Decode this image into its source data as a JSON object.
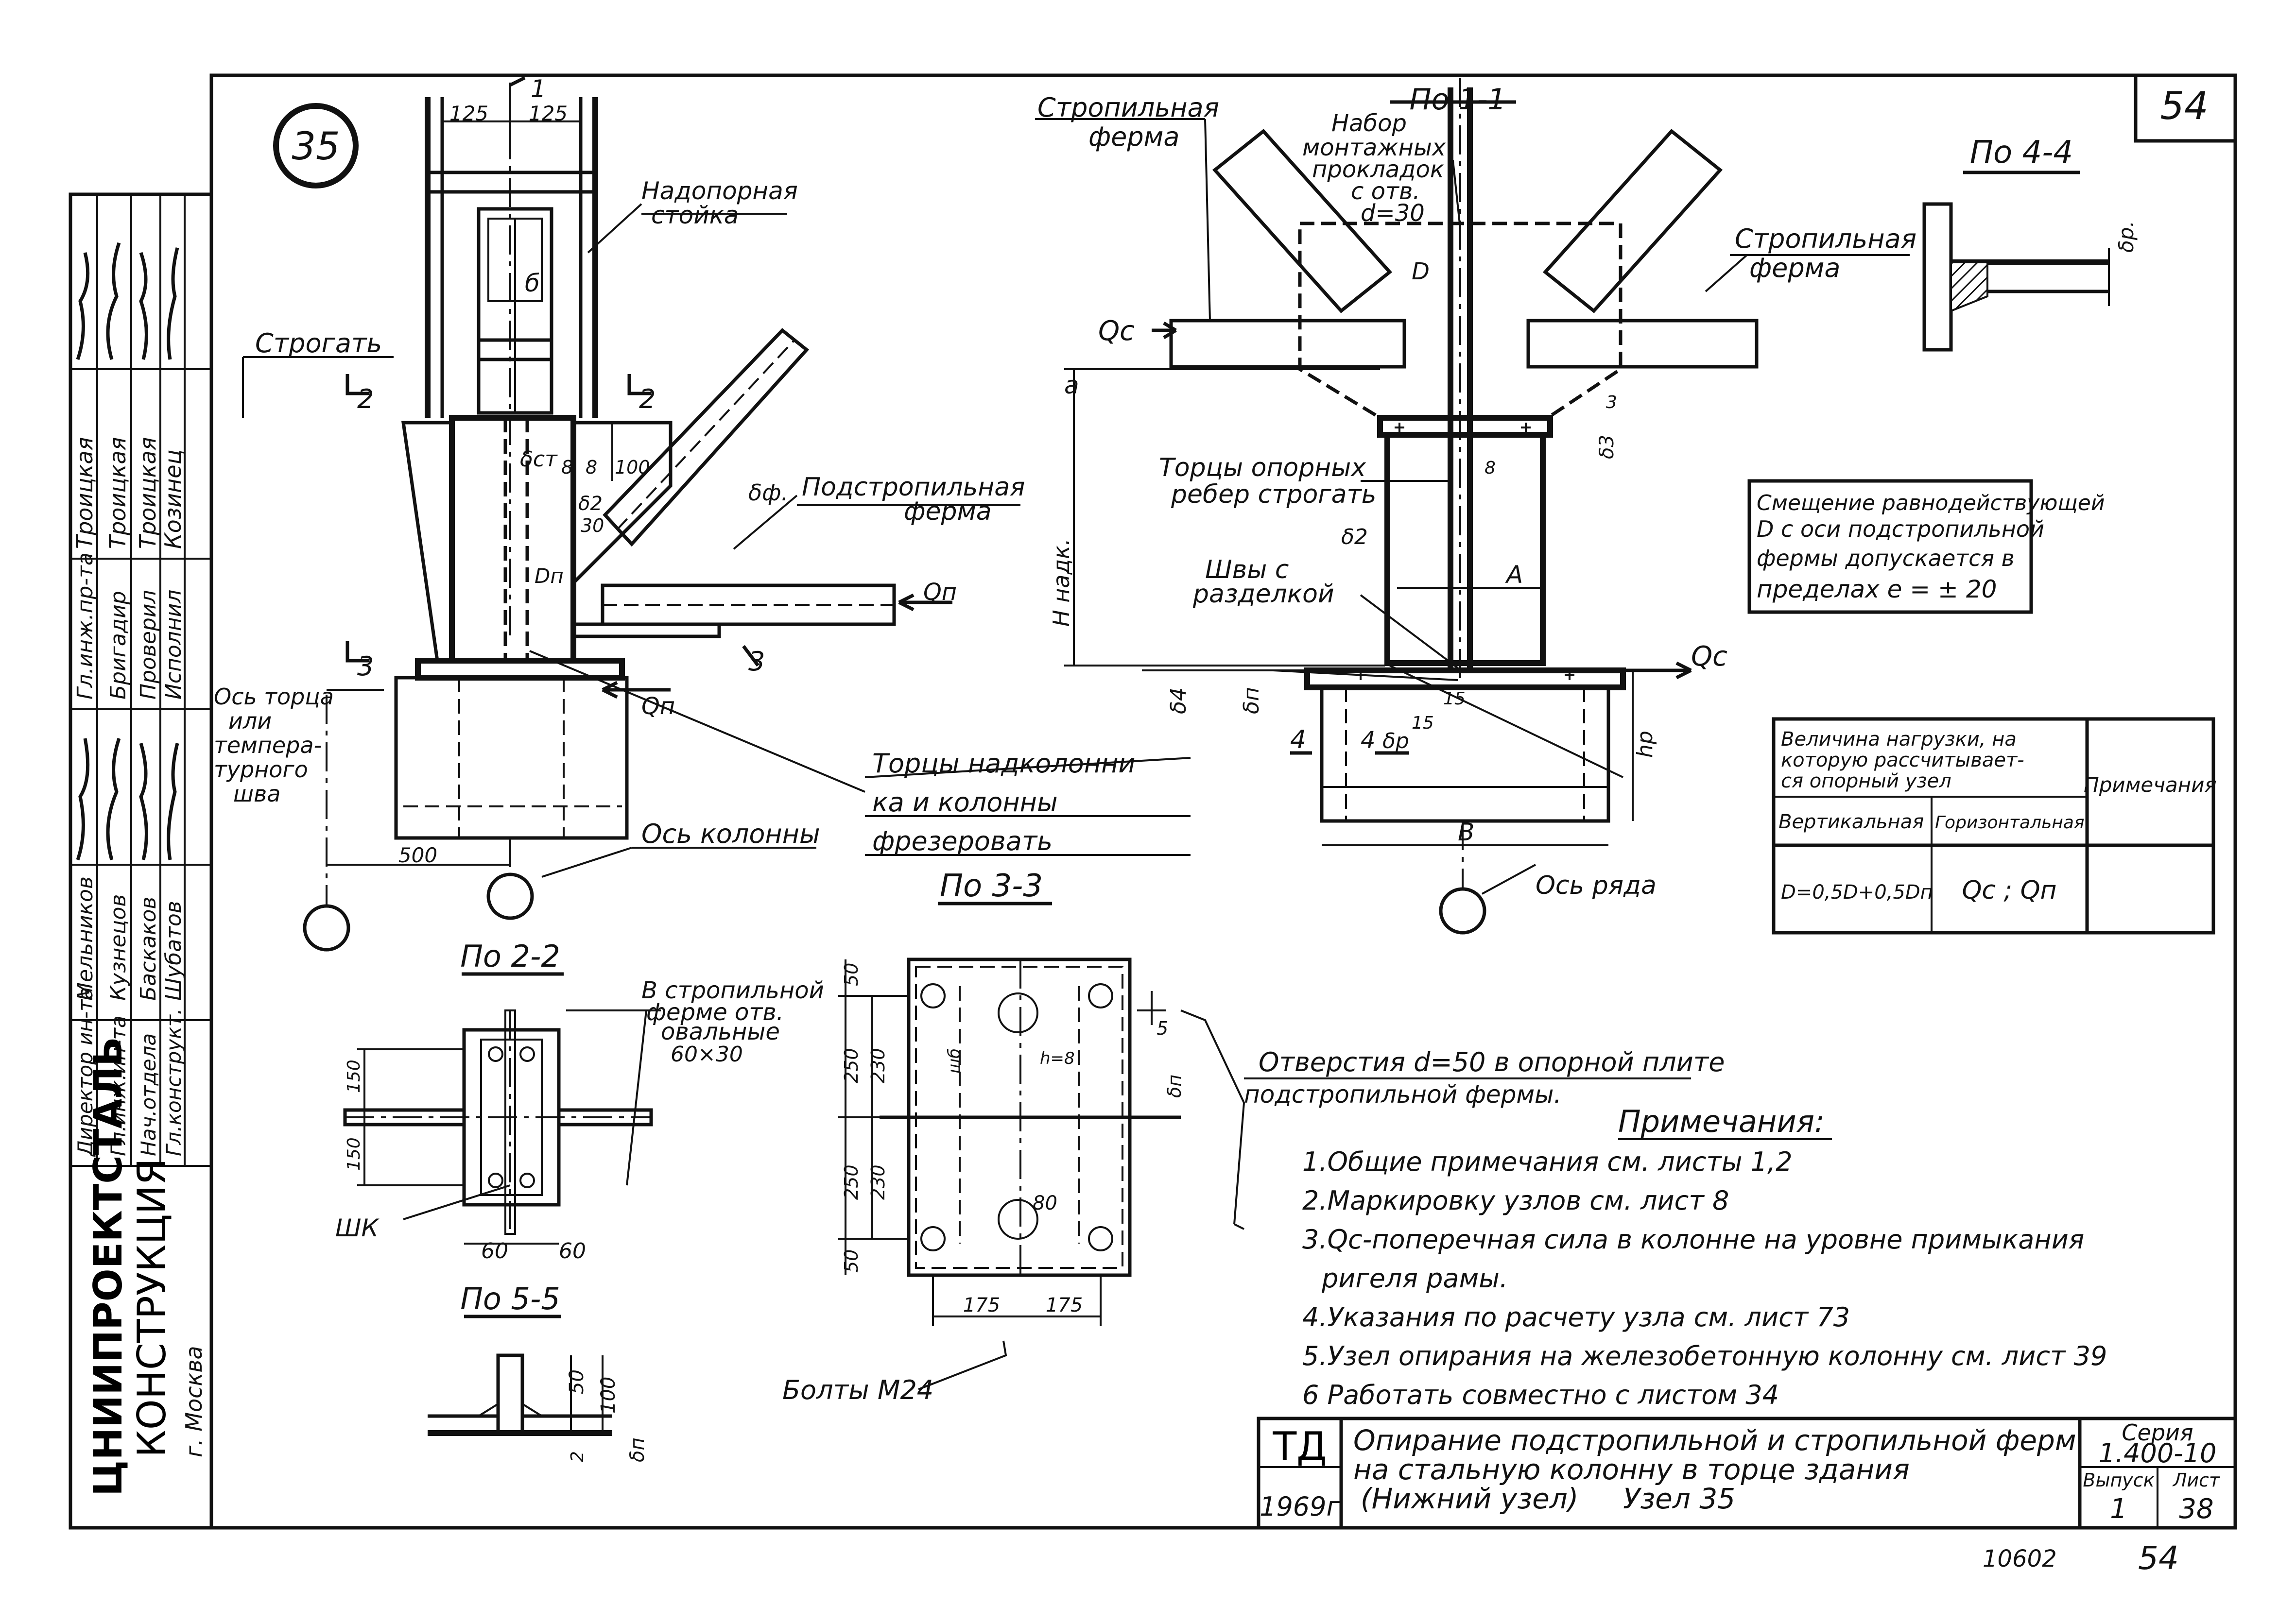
{
  "sheet": {
    "number_top": "54",
    "node_number": "35",
    "archive_number": "10602",
    "page_bottom": "54"
  },
  "title_block": {
    "org_line1": "ЦНИИПРОЕКТСТАЛЬ",
    "org_line2": "КОНСТРУКЦИЯ",
    "city": "г. Москва",
    "roles": [
      "Гл.инж.пр-та",
      "Бригадир",
      "Проверил",
      "Исполнил",
      "Директор ин-та",
      "Гл.инж.ин-та",
      "Нач.отдела",
      "Гл.конструкт."
    ],
    "names": [
      "Троицкая",
      "Троицкая",
      "Троицкая",
      "Козинец",
      "Мельников",
      "Кузнецов",
      "Баскаков",
      "Шубатов"
    ],
    "signatures": [
      "Троицк",
      "Троицк",
      "Козинец"
    ],
    "stamp_td": "ТД",
    "year": "1969г",
    "title_line1": "Опирание подстропильной и стропильной ферм",
    "title_line2": "на стальную колонну в торце здания",
    "title_line3": "(Нижний узел)",
    "node_label": "Узел 35",
    "series_label": "Серия",
    "series_value": "1.400-10",
    "issue_label": "Выпуск",
    "issue_value": "1",
    "sheet_label": "Лист",
    "sheet_value": "38"
  },
  "views": {
    "main": {
      "dim_125a": "125",
      "dim_125b": "125",
      "section_1": "1",
      "label_nadopornaya_1": "Надопорная",
      "label_nadopornaya_2": "стойка",
      "label_strogat": "Строгать",
      "section_2a": "2",
      "section_2b": "2",
      "label_podstrop_1": "Подстропильная",
      "label_podstrop_2": "ферма",
      "sym_b": "б",
      "sym_sct": "δст",
      "sym_s2": "δ2",
      "sym_sf": "δф.",
      "sym_dn": "Dп",
      "dim_8a": "8",
      "dim_8b": "8",
      "dim_100": "100",
      "dim_30": "30",
      "label_qp1": "Qп",
      "label_qp2": "Qп",
      "section_3a": "3",
      "section_3b": "3",
      "label_os_torca_1": "Ось торца",
      "label_os_torca_2": "или",
      "label_os_torca_3": "темпера-",
      "label_os_torca_4": "турного",
      "label_os_torca_5": "шва",
      "dim_500": "500",
      "label_os_kolonny": "Ось колонны",
      "label_torcy_1": "Торцы надколонни",
      "label_torcy_2": "ка и колонны",
      "label_torcy_3": "фрезеровать"
    },
    "sec11": {
      "title": "По 1-1",
      "label_strop_1": "Стропильная",
      "label_strop_2": "ферма",
      "label_nabor_1": "Набор",
      "label_nabor_2": "монтажных",
      "label_nabor_3": "прокладок",
      "label_nabor_4": "с отв.",
      "label_nabor_5": "d=30",
      "label_strop_r1": "Стропильная",
      "label_strop_r2": "ферма",
      "sym_d": "D",
      "label_qc1": "Qc",
      "label_qc2": "Qc",
      "sym_a": "a",
      "label_torcy_reber_1": "Торцы опорных",
      "label_torcy_reber_2": "ребер строгать",
      "label_h_nadk": "H надк.",
      "sym_s2": "δ2",
      "label_shvy_1": "Швы с",
      "label_shvy_2": "разделкой",
      "sym_A": "A",
      "sym_s4": "δ4",
      "sym_sp": "δп",
      "dim_15a": "15",
      "dim_15b": "15",
      "section_4a": "4",
      "section_4b": "4",
      "sym_sp2": "δр",
      "sym_hp": "hр",
      "sym_B": "В",
      "label_os_ryada": "Ось ряда",
      "dim_3": "3",
      "dim_8": "8",
      "sym_s3": "δ3"
    },
    "sec44": {
      "title": "По 4-4",
      "sym_sp": "δр."
    },
    "note_box": {
      "line1": "Смещение равнодействующей",
      "line2": "D с оси подстропильной",
      "line3": "фермы допускается в",
      "line4": "пределах e = ± 20"
    },
    "load_table": {
      "header_main": "Величина нагрузки, на которую рассчитывается опорный узел",
      "header_vertical": "Вертикальная",
      "header_horizontal": "Горизонтальная",
      "header_notes": "Примечания",
      "cell_vertical": "D=0,5D+0,5Dп",
      "cell_horizontal": "Qc ; Qп",
      "cell_notes": ""
    },
    "sec22": {
      "title": "По 2-2",
      "label_v_strop_1": "В стропильной",
      "label_v_strop_2": "ферме отв.",
      "label_v_strop_3": "овальные",
      "label_v_strop_4": "60×30",
      "dim_150a": "150",
      "dim_150b": "150",
      "dim_60a": "60",
      "dim_60b": "60",
      "label_shk": "ШК"
    },
    "sec33": {
      "title": "По 3-3",
      "dim_50a": "50",
      "dim_50b": "50",
      "dim_230a": "230",
      "dim_230b": "230",
      "dim_250a": "250",
      "dim_250b": "250",
      "dim_5": "5",
      "sym_sp": "δп",
      "sym_sh": "шб",
      "sym_h8": "h=8",
      "dim_80": "80",
      "dim_175a": "175",
      "dim_175b": "175",
      "label_bolty": "Болты М24"
    },
    "sec55": {
      "title": "По 5-5",
      "dim_50": "50",
      "dim_100": "100",
      "dim_2": "2",
      "sym_sp": "δп"
    }
  },
  "holes_note": {
    "line1": "Отверстия d=50 в опорной плите",
    "line2": "подстропильной фермы."
  },
  "notes": {
    "title": "Примечания:",
    "items": [
      "1.Общие примечания см. листы 1,2",
      "2.Маркировку узлов см. лист 8",
      "3.Qc-поперечная сила в колонне на уровне примыкания",
      "ригеля рамы.",
      "4.Указания по расчету узла см. лист 73",
      "5.Узел опирания на железобетонную колонну см. лист 39",
      "6 Работать совместно с листом 34"
    ]
  }
}
